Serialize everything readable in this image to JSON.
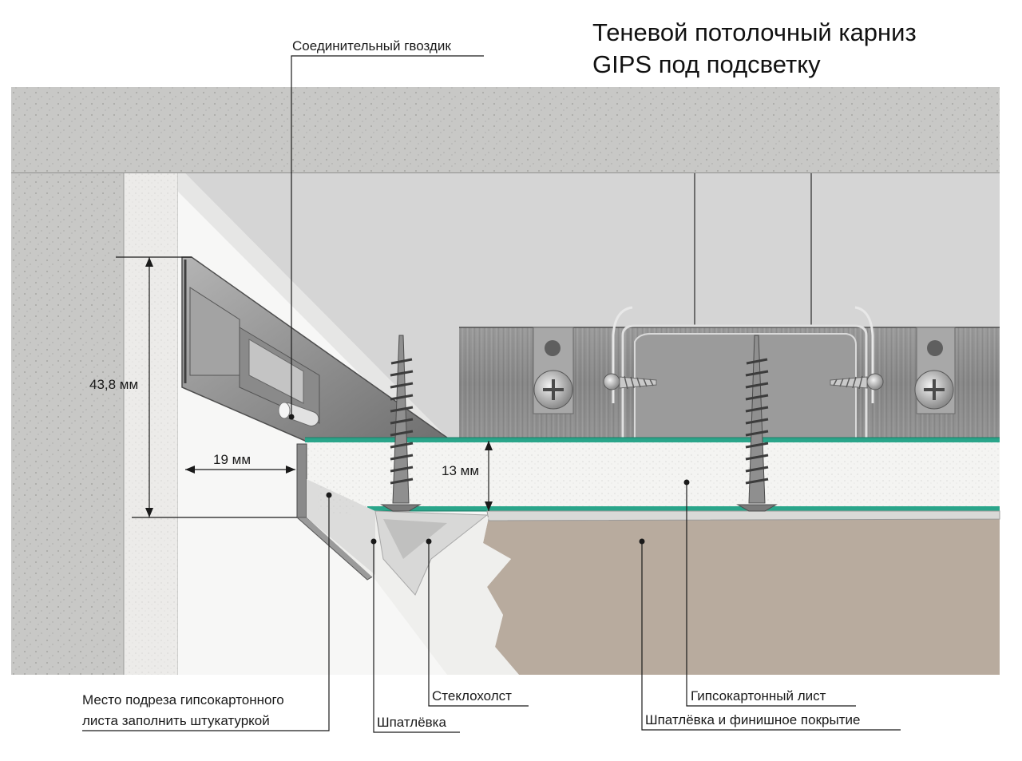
{
  "title": {
    "line1": "Теневой потолочный карниз",
    "line2": "GIPS под подсветку"
  },
  "dimensions": {
    "height": "43,8 мм",
    "width": "19 мм",
    "thickness": "13 мм"
  },
  "labels": {
    "nail": "Соединительный гвоздик",
    "cut_line1": "Место подреза гипсокартонного",
    "cut_line2": "листа заполнить штукатуркой",
    "fiberglass": "Стеклохолст",
    "putty": "Шпатлёвка",
    "drywall": "Гипсокартонный лист",
    "finish": "Шпатлёвка и финишное покрытие"
  },
  "colors": {
    "concrete": "#c9c9c7",
    "wall_plaster": "#e9e9e7",
    "ceiling_void": "#d6d6d6",
    "profile_metal": "#8d8d8d",
    "drywall_core": "#f3f3f1",
    "drywall_facing": "#2aa58a",
    "finish_paint": "#b8ab9e",
    "putty": "#eeeeec"
  }
}
